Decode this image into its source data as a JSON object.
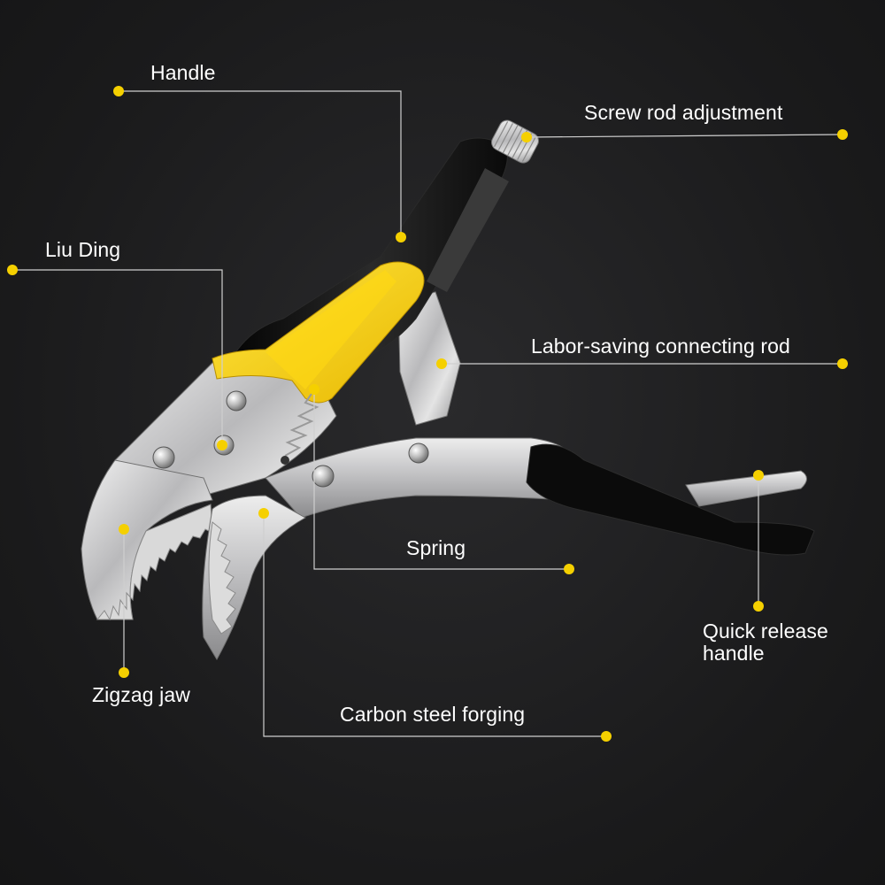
{
  "diagram": {
    "accent": "#f5d000",
    "line_color": "#cfcfcf",
    "background": "#1c1c1e",
    "labels": {
      "handle": "Handle",
      "screw_rod": "Screw rod adjustment",
      "liu_ding": "Liu Ding",
      "connecting_rod": "Labor-saving connecting rod",
      "spring": "Spring",
      "quick_release_line1": "Quick release",
      "quick_release_line2": "handle",
      "zigzag_jaw": "Zigzag jaw",
      "carbon_steel": "Carbon steel forging"
    }
  }
}
